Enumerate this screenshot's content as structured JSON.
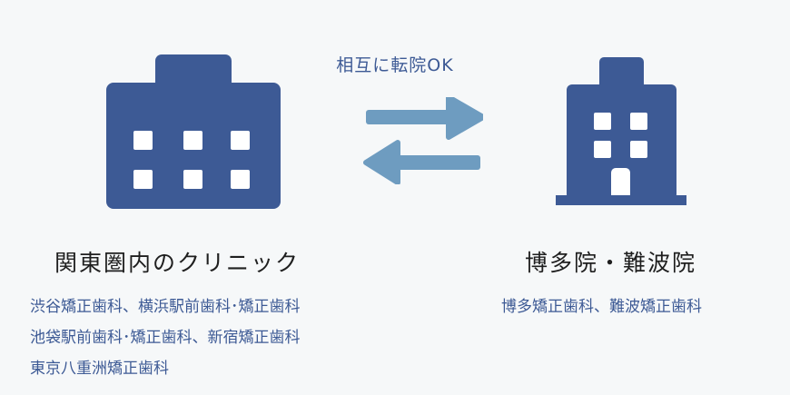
{
  "transfer": {
    "label": "相互に転院OK"
  },
  "left_clinic": {
    "title": "関東圏内のクリニック",
    "lines": [
      "渋谷矯正歯科、横浜駅前歯科･矯正歯科",
      "池袋駅前歯科･矯正歯科、新宿矯正歯科",
      "東京八重洲矯正歯科"
    ]
  },
  "right_clinic": {
    "title": "博多院・難波院",
    "lines": [
      "博多矯正歯科、難波矯正歯科"
    ]
  },
  "colors": {
    "building": "#3d5a95",
    "arrow": "#6e9cc0",
    "text_accent": "#3d5a95",
    "background": "#f6f8f9"
  },
  "icons": {
    "left": "wide-building-icon",
    "right": "tall-building-icon",
    "arrows": "swap-arrows-icon"
  }
}
